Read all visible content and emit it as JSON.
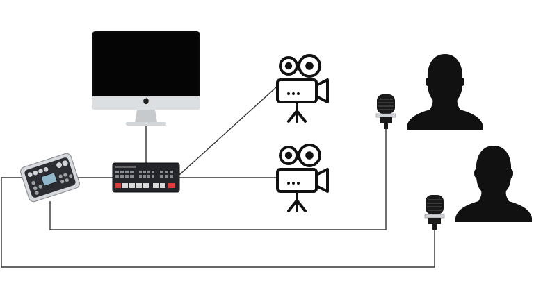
{
  "diagram": {
    "nodes": [
      {
        "id": "computer",
        "icon": "imac-icon"
      },
      {
        "id": "video-switcher",
        "icon": "atem-switcher-icon"
      },
      {
        "id": "audio-recorder",
        "icon": "podcast-recorder-icon"
      },
      {
        "id": "camera-1",
        "icon": "video-camera-icon"
      },
      {
        "id": "camera-2",
        "icon": "video-camera-icon"
      },
      {
        "id": "microphone-1",
        "icon": "microphone-icon"
      },
      {
        "id": "microphone-2",
        "icon": "microphone-icon"
      },
      {
        "id": "person-1",
        "icon": "person-silhouette-icon"
      },
      {
        "id": "person-2",
        "icon": "person-silhouette-icon"
      }
    ],
    "connections": [
      {
        "from": "computer",
        "to": "video-switcher"
      },
      {
        "from": "video-switcher",
        "to": "camera-1"
      },
      {
        "from": "video-switcher",
        "to": "camera-2"
      },
      {
        "from": "video-switcher",
        "to": "audio-recorder"
      },
      {
        "from": "audio-recorder",
        "to": "microphone-1"
      },
      {
        "from": "audio-recorder",
        "to": "microphone-2"
      }
    ],
    "colors": {
      "line": "#333333",
      "silhouette": "#111111",
      "screen": "#050505",
      "device_body": "#2a2c31",
      "silver": "#cfd2d6",
      "accent_red": "#e23b3b"
    }
  }
}
